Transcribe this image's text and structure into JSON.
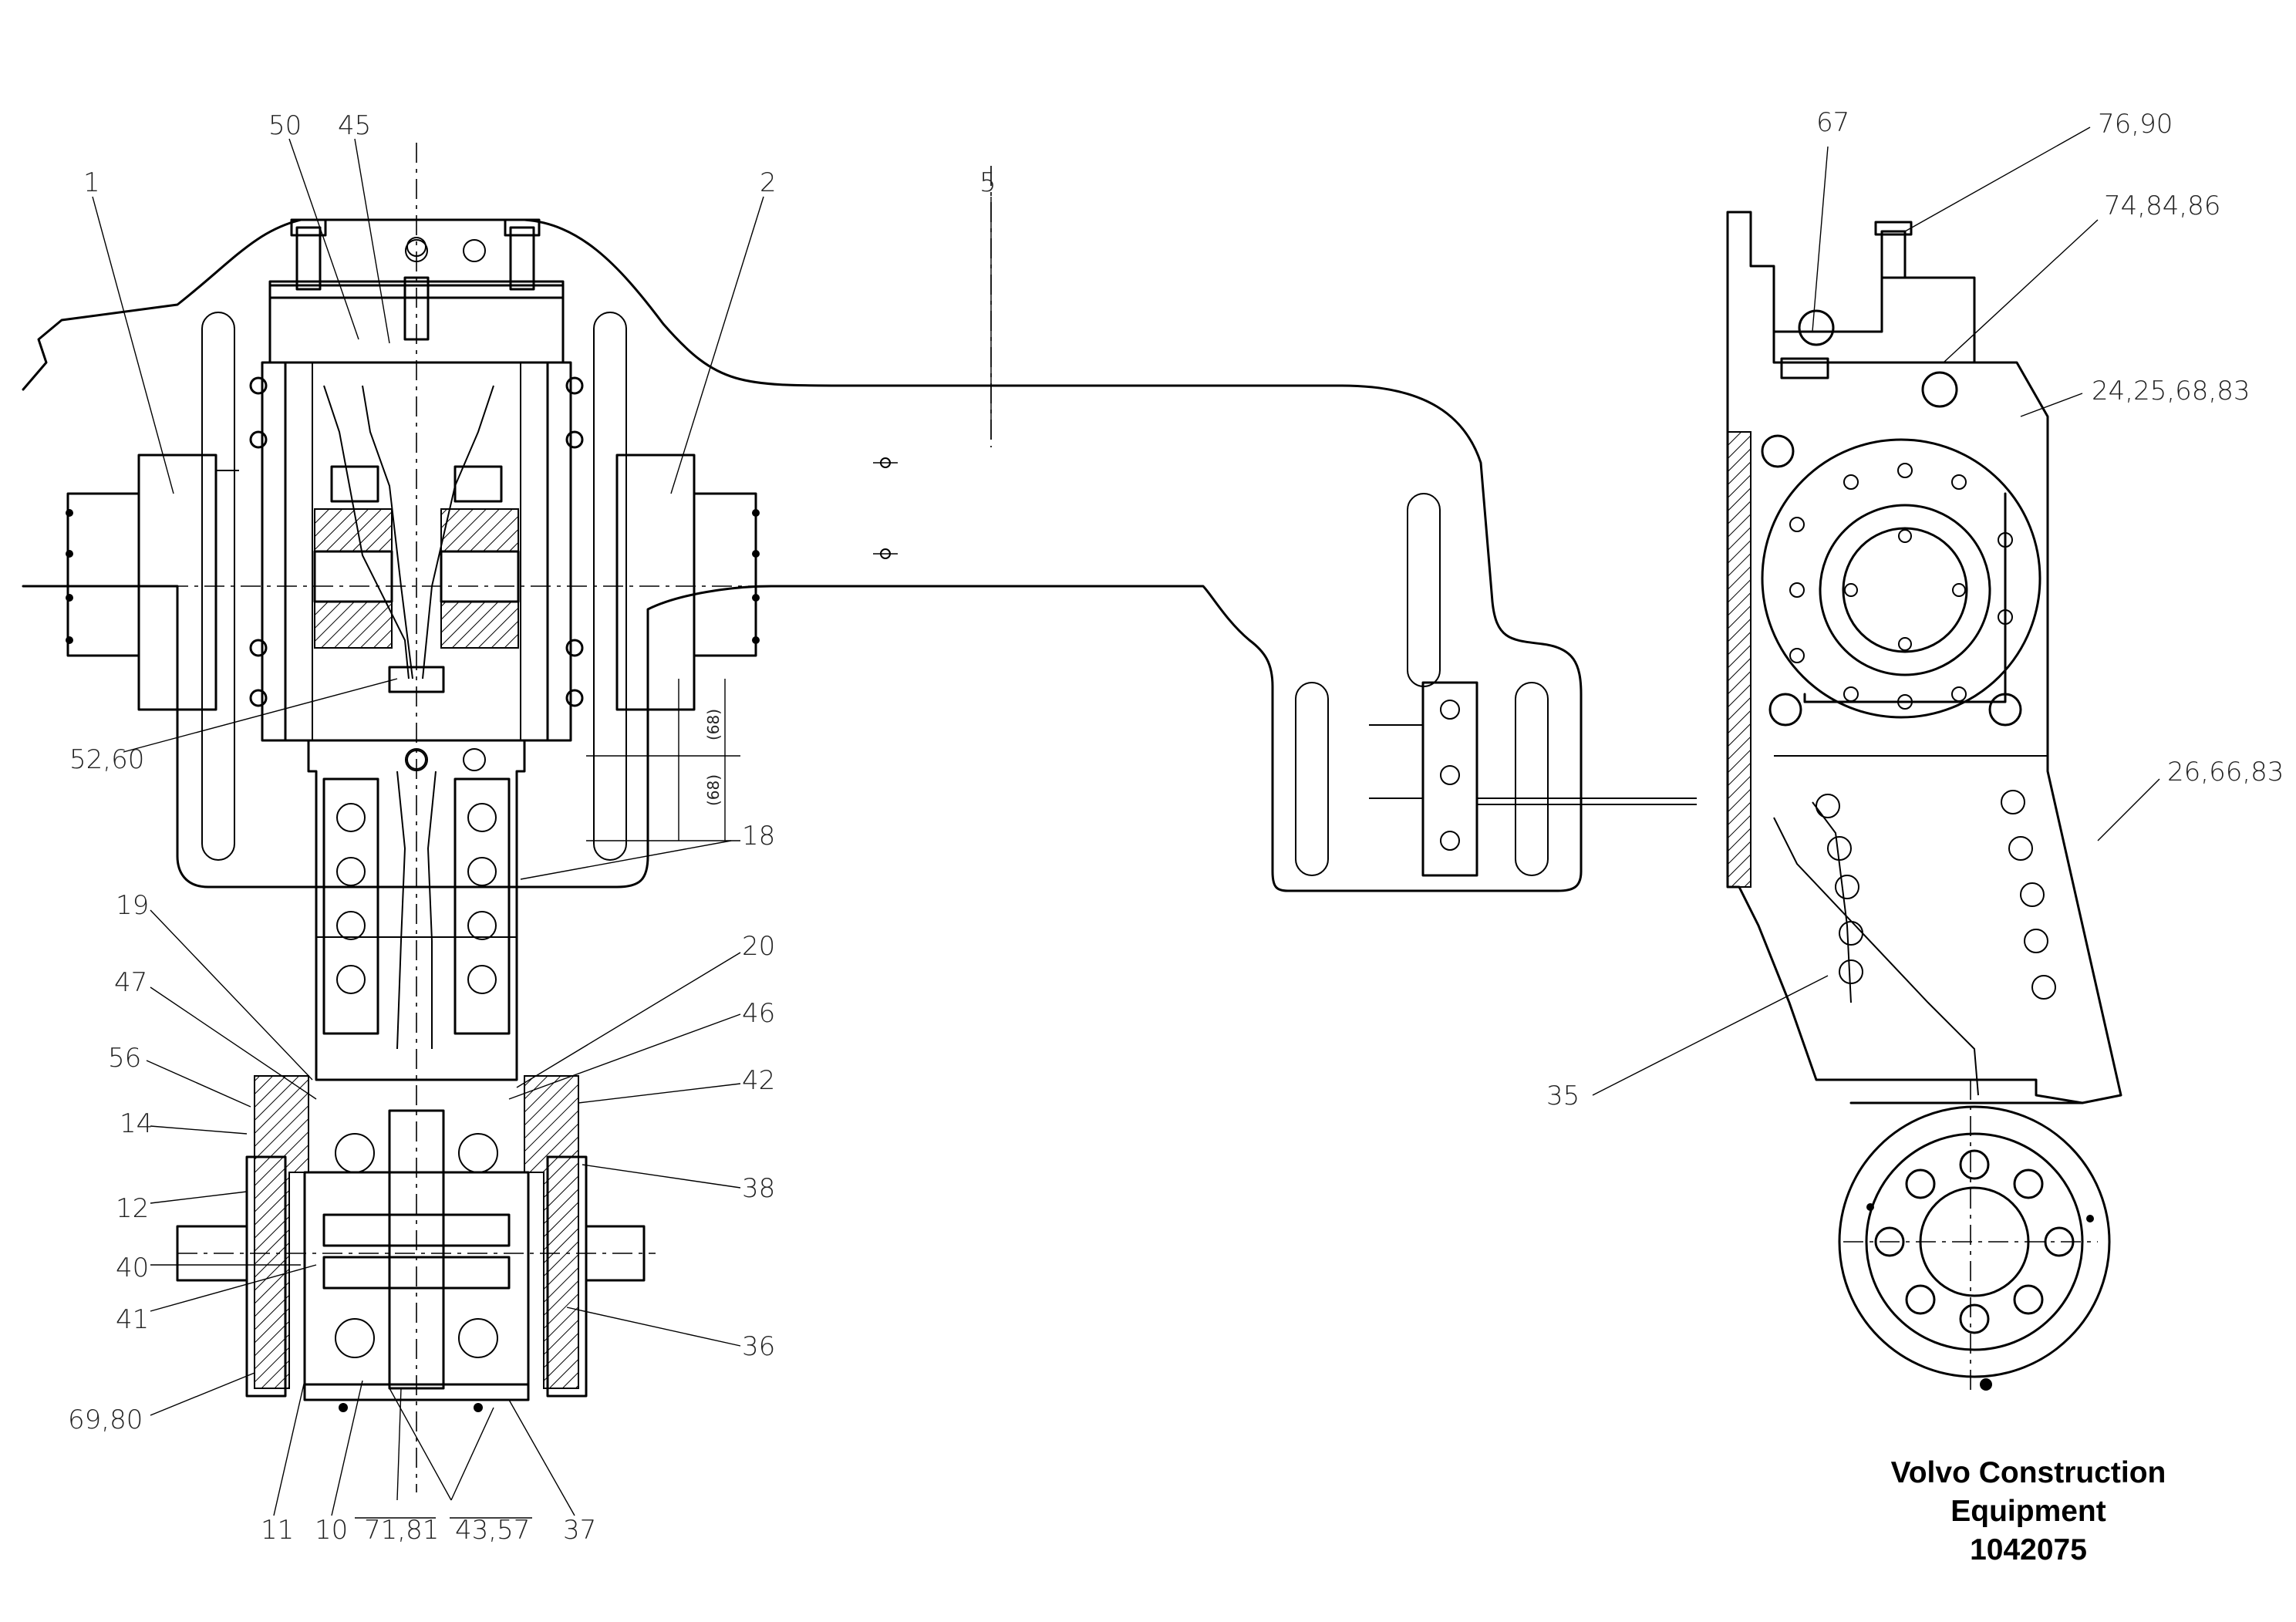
{
  "caption": {
    "company_line1": "Volvo Construction",
    "company_line2": "Equipment",
    "drawing_number": "1042075"
  },
  "callouts": {
    "c1": "1",
    "c2": "2",
    "c5": "5",
    "c10": "10",
    "c11": "11",
    "c12": "12",
    "c14": "14",
    "c18": "18",
    "c19": "19",
    "c20": "20",
    "c35": "35",
    "c36": "36",
    "c37": "37",
    "c38": "38",
    "c40": "40",
    "c41": "41",
    "c42": "42",
    "c45": "45",
    "c46": "46",
    "c47": "47",
    "c50": "50",
    "c56": "56",
    "c67": "67",
    "c52_60": "52,60",
    "c69_80": "69,80",
    "c71_81": "71,81",
    "c43_57": "43,57",
    "c76_90": "76,90",
    "c74_84_86": "74,84,86",
    "c24_25_68_83": "24,25,68,83",
    "c26_66_83": "26,66,83"
  },
  "dimensions": {
    "dim_68_upper": "(68)",
    "dim_68_lower": "(68)"
  },
  "colors": {
    "line": "#000000",
    "text": "#222222",
    "background": "#ffffff"
  }
}
